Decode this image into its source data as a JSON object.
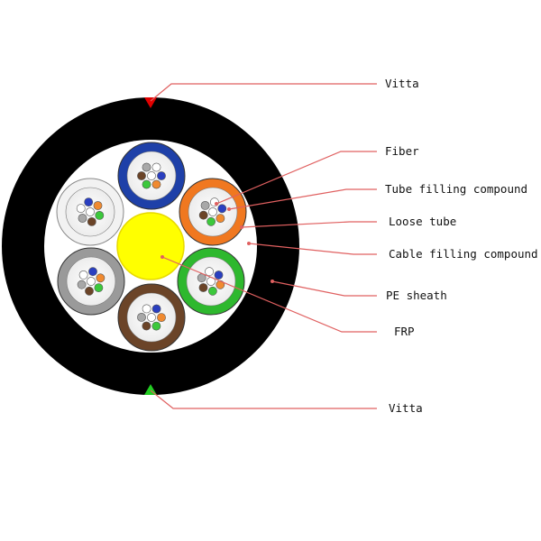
{
  "labels": {
    "vitta_top": "Vitta",
    "fiber": "Fiber",
    "tube_filling_compound": "Tube filling compound",
    "loose_tube": "Loose tube",
    "cable_filling_compound": "Cable filling compound",
    "pe_sheath": "PE sheath",
    "frp": "FRP",
    "vitta_bottom": "Vitta"
  },
  "colors": {
    "sheath": "#000000",
    "filling": "#ffffff",
    "frp_core": "#ffff00",
    "leader_line": "#e06060",
    "vitta_top_marker": "#e00000",
    "vitta_bottom_marker": "#22cc22",
    "tube_blue": "#1e40a8",
    "tube_orange": "#f07820",
    "tube_green": "#2eb82e",
    "tube_brown": "#6b4428",
    "tube_gray": "#9a9a9a",
    "tube_white": "#f2f2f2",
    "fiber_blue": "#2a3fc0",
    "fiber_orange": "#f08a30",
    "fiber_green": "#3cc83c",
    "fiber_brown": "#6b4428",
    "fiber_gray": "#a8a8a8",
    "fiber_white": "#ffffff"
  },
  "loose_tubes": [
    {
      "name": "blue",
      "color": "#1e40a8"
    },
    {
      "name": "orange",
      "color": "#f07820"
    },
    {
      "name": "green",
      "color": "#2eb82e"
    },
    {
      "name": "brown",
      "color": "#6b4428"
    },
    {
      "name": "gray",
      "color": "#9a9a9a"
    },
    {
      "name": "white",
      "color": "#f2f2f2"
    }
  ]
}
